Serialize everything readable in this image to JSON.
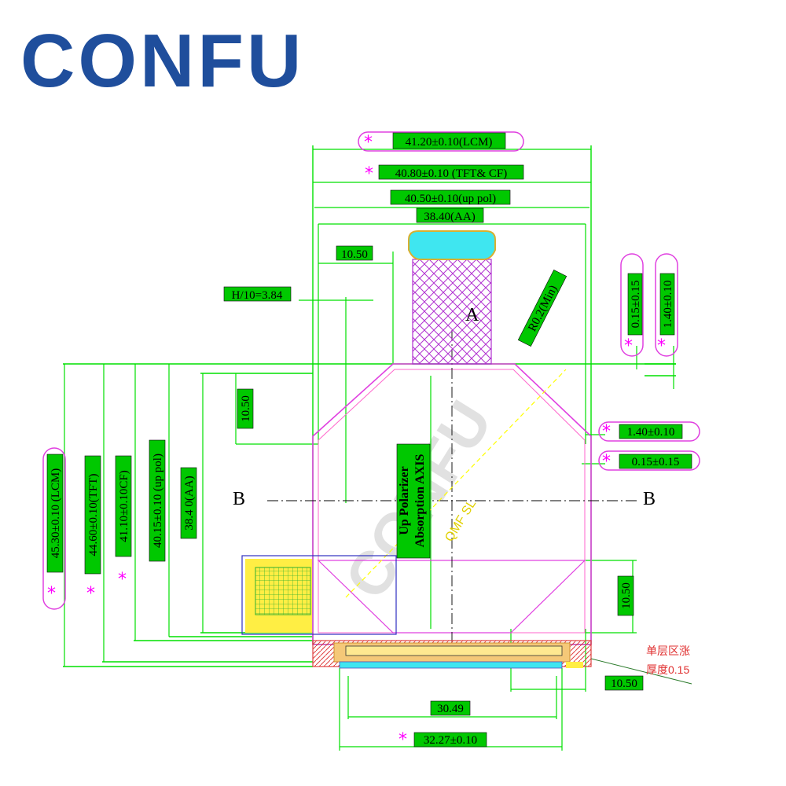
{
  "brand": {
    "logo_text": "CONFU",
    "watermark_text": "CONFU"
  },
  "colors": {
    "brand_blue": "#1f4e9c",
    "dim_green": "#00e000",
    "label_bg": "#00c800",
    "magenta": "#ff00ff",
    "outline_pink": "#e040e0"
  },
  "dimensions": {
    "lcm_width": "41.20±0.10(LCM)",
    "tft_cf_width": "40.80±0.10 (TFT& CF)",
    "up_pol_width": "40.50±0.10(up pol)",
    "aa_width": "38.40(AA)",
    "chamfer_top": "10.50",
    "h10": "H/10=3.84",
    "radius": "R0.2(Min)",
    "right_offset_1": "0.15±0.15",
    "right_offset_2": "1.40±0.10",
    "right_side_1": "1.40±0.10",
    "right_side_2": "0.15±0.15",
    "chamfer_left": "10.50",
    "chamfer_right": "10.50",
    "chamfer_bottom": "10.50",
    "lcm_height": "45.30±0.10 (LCM)",
    "tft_height": "44.60±0.10(TFT)",
    "cf_height": "41.10±0.10CF)",
    "up_pol_height": "40.15±0.10 (up pol)",
    "aa_height": "38.4 0(AA)",
    "fpc_inner": "30.49",
    "fpc_outer": "32.27±0.10"
  },
  "labels": {
    "point_a": "A",
    "axis_b_left": "B",
    "axis_b_right": "B",
    "polarizer_1": "Up Polarizer",
    "polarizer_2": "Absorption AXIS",
    "rotated_note": "QMF SL",
    "note_cn_1": "单层区涨",
    "note_cn_2": "厚度0.15",
    "asterisk": "*"
  }
}
